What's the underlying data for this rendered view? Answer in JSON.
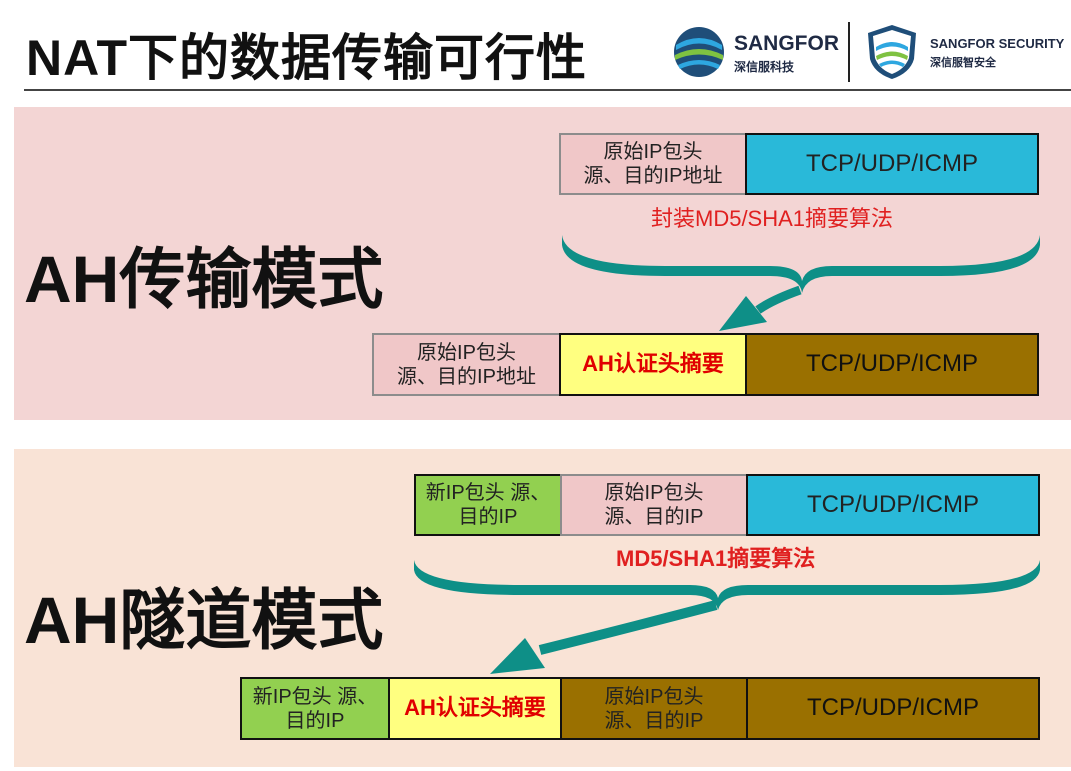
{
  "header": {
    "title": "NAT下的数据传输可行性",
    "logo1": {
      "name": "SANGFOR",
      "sub": "深信服科技"
    },
    "logo2": {
      "name": "SANGFOR SECURITY",
      "sub": "深信服智安全"
    }
  },
  "colors": {
    "panel_transport": "#f3d5d4",
    "panel_tunnel": "#f9e3d6",
    "original_ip_header": "#f0c7c8",
    "payload": "#29b9d9",
    "authenticated": "#9a7000",
    "new_ip_header": "#92d050",
    "ah_header": "#ffff80",
    "arrow": "#0e8f87",
    "note_text": "#e02020"
  },
  "transport": {
    "label": "AH传输模式",
    "original_packet": {
      "ip_header": "原始IP包头\n源、目的IP地址",
      "payload": "TCP/UDP/ICMP"
    },
    "note": "封装MD5/SHA1摘要算法",
    "result_packet": {
      "ip_header": "原始IP包头\n源、目的IP地址",
      "ah_header": "AH认证头摘要",
      "payload": "TCP/UDP/ICMP"
    }
  },
  "tunnel": {
    "label": "AH隧道模式",
    "original_packet": {
      "new_ip_header": "新IP包头 源、\n目的IP",
      "ip_header": "原始IP包头\n源、目的IP",
      "payload": "TCP/UDP/ICMP"
    },
    "note": "MD5/SHA1摘要算法",
    "result_packet": {
      "new_ip_header": "新IP包头 源、\n目的IP",
      "ah_header": "AH认证头摘要",
      "ip_header": "原始IP包头\n源、目的IP",
      "payload": "TCP/UDP/ICMP"
    }
  }
}
